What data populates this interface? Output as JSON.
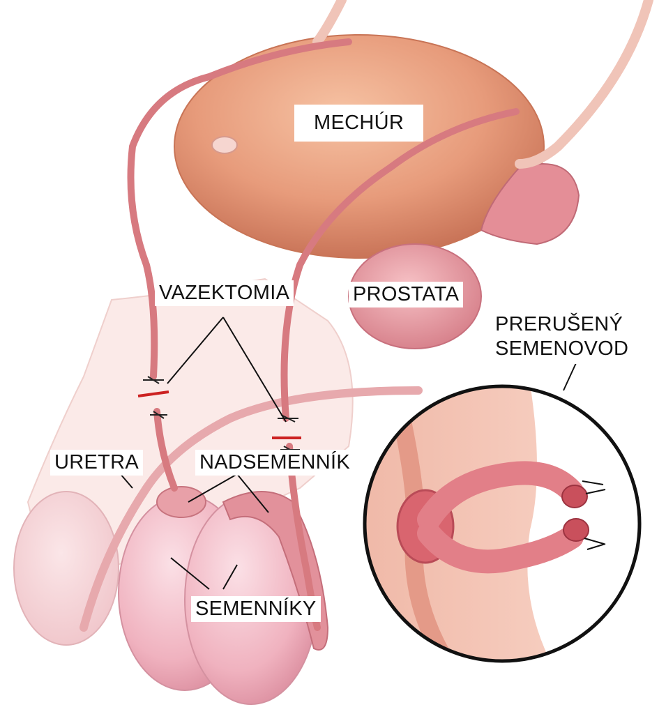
{
  "labels": {
    "bladder": "MECHÚR",
    "vasectomy": "VAZEKTOMIA",
    "prostate": "PROSTATA",
    "cut_vas_line1": "PRERUŠENÝ",
    "cut_vas_line2": "SEMENOVOD",
    "urethra": "URETRA",
    "epididymis": "NADSEMENNÍK",
    "testes": "SEMENNÍKY"
  },
  "colors": {
    "bladder": "#e9a080",
    "tissue_pink": "#f0b4b8",
    "vas_tube": "#d9787c",
    "testis": "#f2b9c4",
    "ligature": "#cc2222",
    "inset_border": "#111111"
  }
}
